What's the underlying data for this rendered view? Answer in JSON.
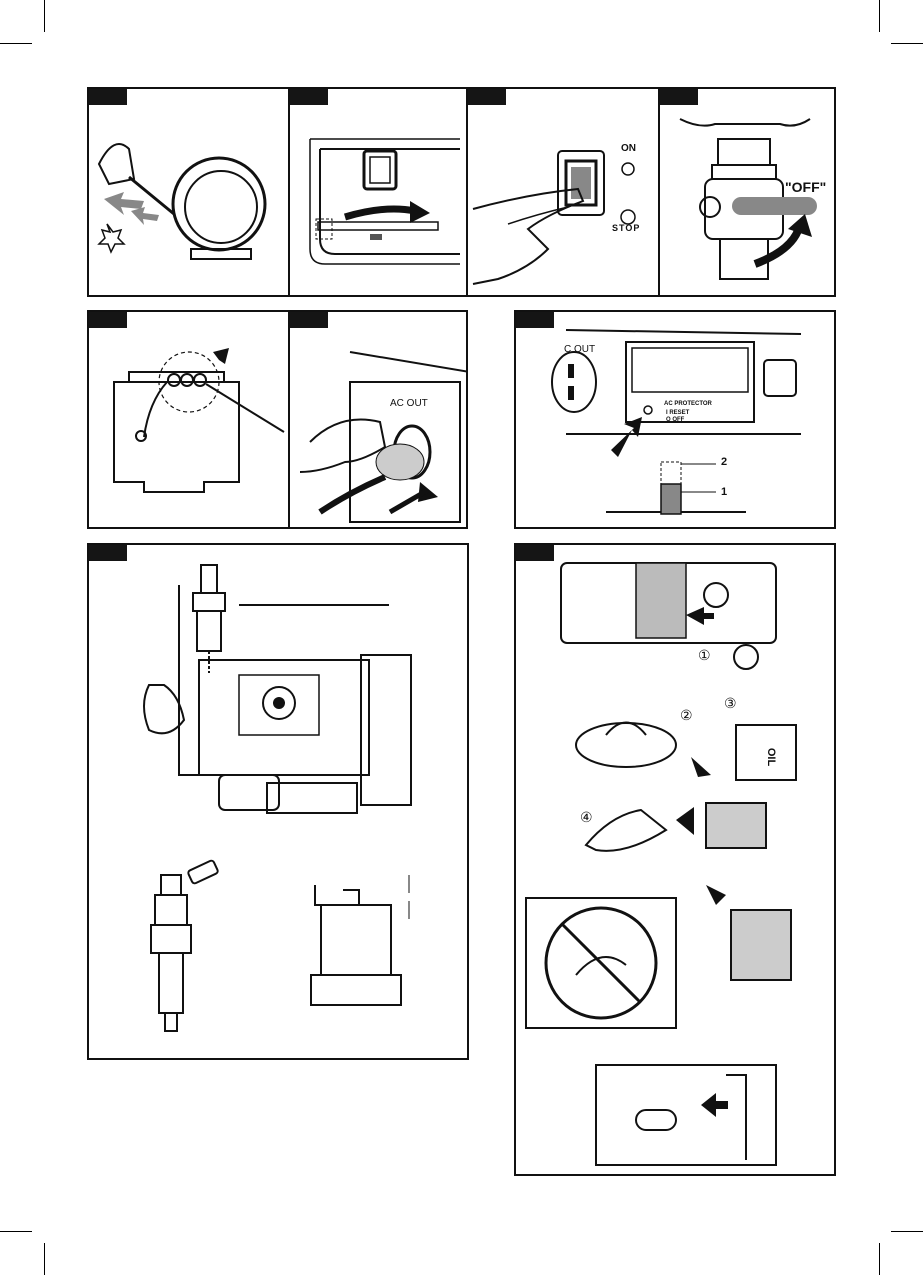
{
  "page": {
    "kind": "generator manual illustration page"
  },
  "labels": {
    "fuel_off": "\"OFF\"",
    "switch_on": "ON",
    "switch_stop": "STOP",
    "ac_out_1": "AC OUT",
    "ac_out_2": "C OUT",
    "ac_protector": "AC PROTECTOR",
    "reset": "I RESET",
    "off": "O OFF",
    "level_2": "2",
    "level_1": "1",
    "step_1": "①",
    "step_2": "②",
    "step_3": "③",
    "step_4": "④",
    "oil": "OIL"
  },
  "colors": {
    "ink": "#111111",
    "tag": "#151515",
    "gray": "#8a8a8a",
    "paper": "#ffffff"
  },
  "icons": [
    "recoil-starter-icon",
    "choke-lever-icon",
    "engine-switch-icon",
    "fuel-valve-icon",
    "rope-knot-icon",
    "ac-plug-icon",
    "ac-protector-icon",
    "spark-plug-icon",
    "air-filter-icon"
  ]
}
